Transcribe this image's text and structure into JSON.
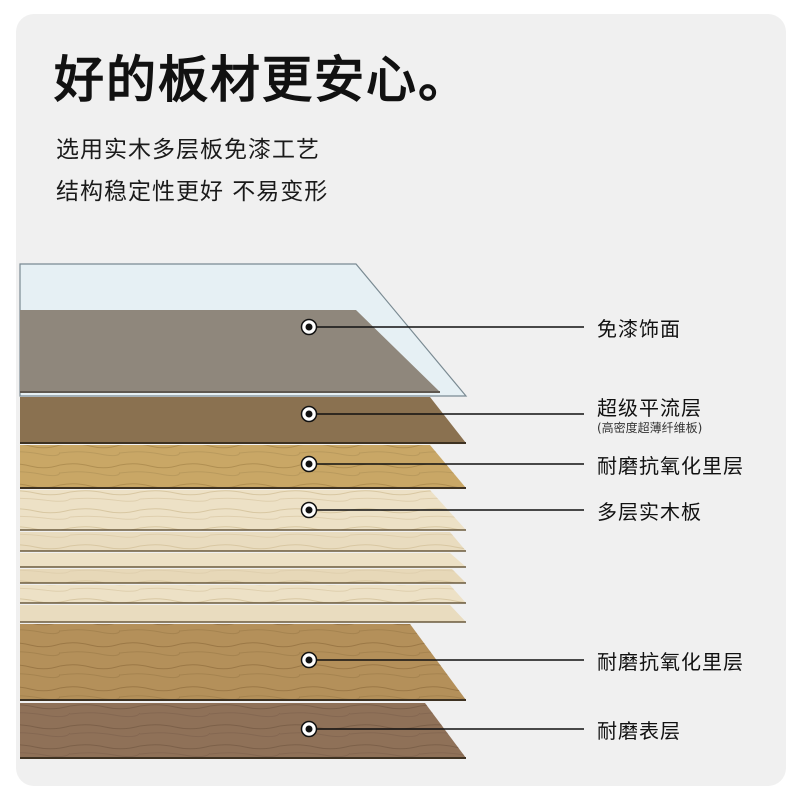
{
  "title": "好的板材更安心。",
  "subtitle_line1": "选用实木多层板免漆工艺",
  "subtitle_line2": "结构稳定性更好   不易变形",
  "labels": {
    "finish": "免漆饰面",
    "flow_layer": "超级平流层",
    "flow_layer_note": "(高密度超薄纤维板)",
    "inner_layer_top": "耐磨抗氧化里层",
    "plywood": "多层实木板",
    "inner_layer_bottom": "耐磨抗氧化里层",
    "surface": "耐磨表层"
  },
  "colors": {
    "card_bg": "#f0f0f0",
    "finish": "#8f877c",
    "flow_layer": "#8a7150",
    "inner_layer": "#c9a766",
    "plywood_light": "#ede1c6",
    "bottom_inner": "#b4905a",
    "surface": "#8f7158",
    "glass": "#e6f0f4"
  }
}
